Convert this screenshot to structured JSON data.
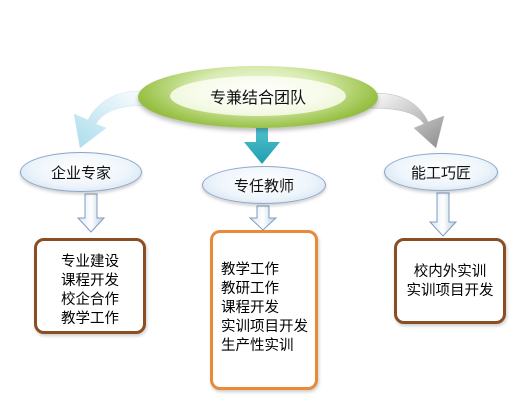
{
  "center": {
    "label": "专兼结合团队"
  },
  "groups": {
    "left": {
      "title": "企业专家",
      "items": [
        "专业建设",
        "课程开发",
        "校企合作",
        "教学工作"
      ]
    },
    "middle": {
      "title": "专任教师",
      "items": [
        "教学工作",
        "教研工作",
        "课程开发",
        "实训项目开发",
        "生产性实训"
      ]
    },
    "right": {
      "title": "能工巧匠",
      "items": [
        "校内外实训",
        "实训项目开发"
      ]
    }
  },
  "colors": {
    "center_green": "#9ac248",
    "arrow_left_lightblue": "#bde6f2",
    "arrow_right_gray": "#9a9a9a",
    "arrow_middle_teal": "#2fb3c4",
    "box_brown_border": "#8a4e22",
    "box_orange_border": "#e98a3a"
  }
}
